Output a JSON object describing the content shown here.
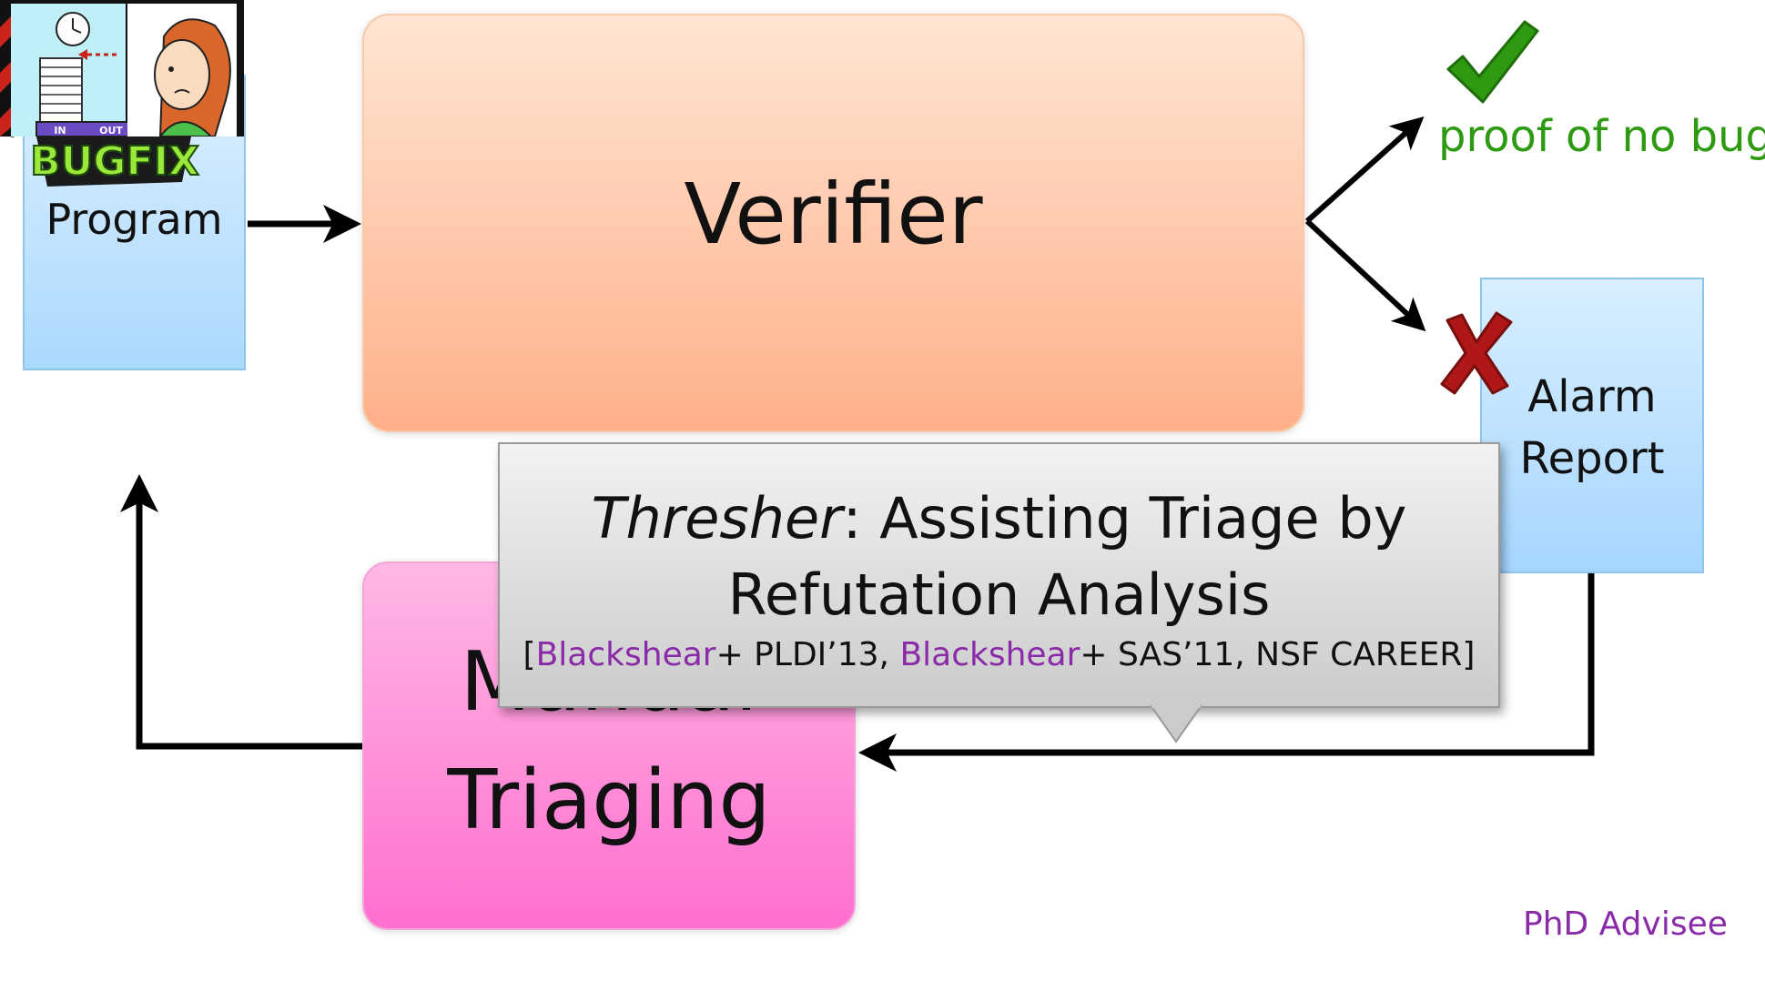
{
  "program": {
    "label": "Program"
  },
  "verifier": {
    "label": "Verifier"
  },
  "outcomes": {
    "proof_label": "proof of no bug",
    "alarm_line1": "Alarm",
    "alarm_line2": "Report"
  },
  "triage": {
    "line1": "Manual",
    "line2": "Triaging"
  },
  "callout": {
    "tool_name": "Thresher",
    "title_rest": ": Assisting Triage by",
    "title_line2": "Refutation Analysis",
    "ref_open": "[",
    "ref_author1": "Blackshear",
    "ref_venue1": "+ PLDI’13, ",
    "ref_author2": "Blackshear",
    "ref_venue2": "+ SAS’11, NSF CAREER]"
  },
  "advisee_label": "PhD Advisee",
  "bugfix_logo_text": "BUGFIX",
  "inout_labels": {
    "in": "IN",
    "out": "OUT"
  },
  "colors": {
    "check": "#2e9a12",
    "cross": "#b01818",
    "highlight_purple": "#8a2aa8"
  },
  "icons": [
    "check-icon",
    "cross-icon",
    "bugfix-logo",
    "inout-illustration"
  ]
}
